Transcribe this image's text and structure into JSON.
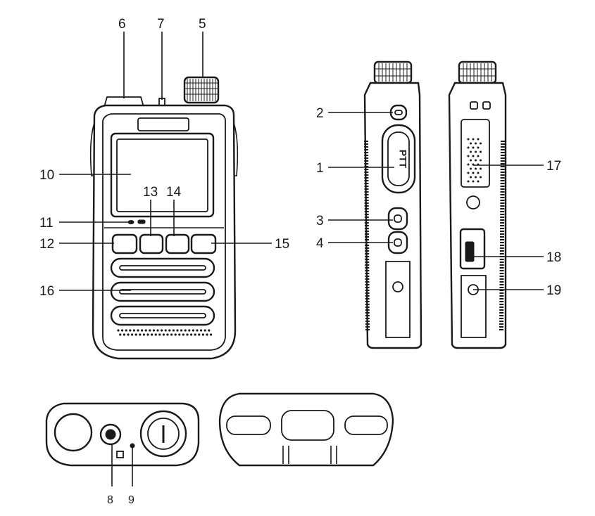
{
  "callouts": [
    {
      "id": "1",
      "text": "1"
    },
    {
      "id": "2",
      "text": "2"
    },
    {
      "id": "3",
      "text": "3"
    },
    {
      "id": "4",
      "text": "4"
    },
    {
      "id": "5",
      "text": "5"
    },
    {
      "id": "6",
      "text": "6"
    },
    {
      "id": "7",
      "text": "7"
    },
    {
      "id": "8",
      "text": "8"
    },
    {
      "id": "9",
      "text": "9"
    },
    {
      "id": "10",
      "text": "10"
    },
    {
      "id": "11",
      "text": "11"
    },
    {
      "id": "12",
      "text": "12"
    },
    {
      "id": "13",
      "text": "13"
    },
    {
      "id": "14",
      "text": "14"
    },
    {
      "id": "15",
      "text": "15"
    },
    {
      "id": "16",
      "text": "16"
    },
    {
      "id": "17",
      "text": "17"
    },
    {
      "id": "18",
      "text": "18"
    },
    {
      "id": "19",
      "text": "19"
    }
  ],
  "ptt_text": "PTT",
  "colors": {
    "ink": "#1a1a1a",
    "paper": "#ffffff"
  }
}
